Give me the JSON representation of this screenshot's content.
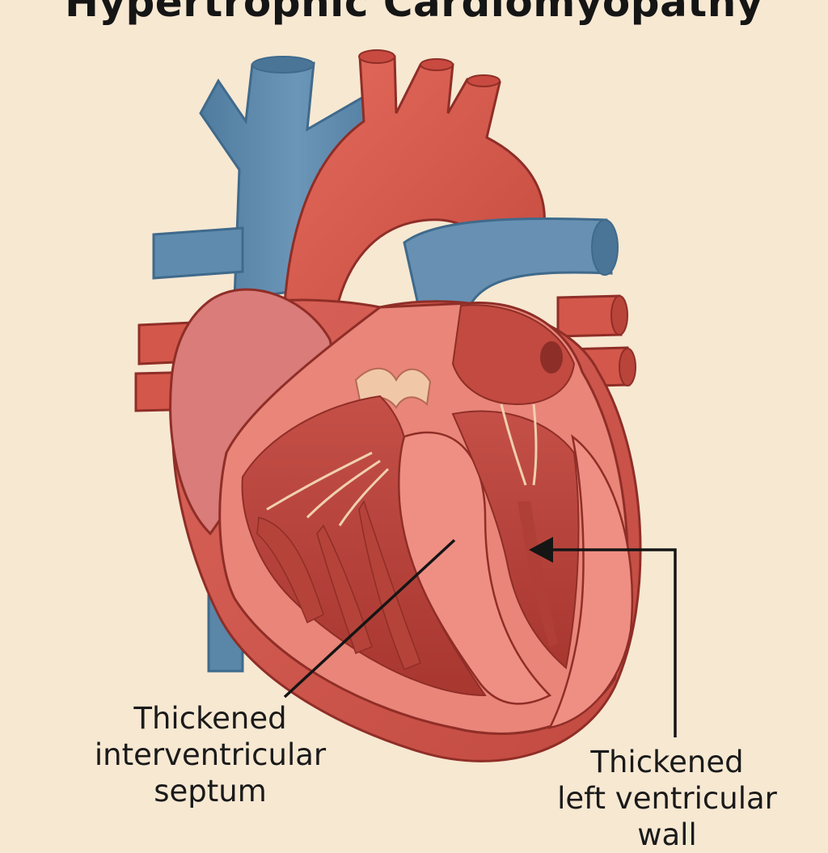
{
  "title": "Hypertrophic Cardiomyopathy",
  "labels": {
    "septum": [
      "Thickened",
      "interventricular",
      "septum"
    ],
    "left_ventricular_wall": [
      "Thickened",
      "left ventricular",
      "wall"
    ]
  },
  "colors": {
    "background": "#f7e8d2",
    "vein_blue": "#5a86a8",
    "aorta_red": "#d9574a",
    "myocardium_red": "#d0564a",
    "thickened_tissue_pink": "#e98579",
    "atrium_pink": "#d87a7a",
    "outline": "#8f2e27"
  }
}
